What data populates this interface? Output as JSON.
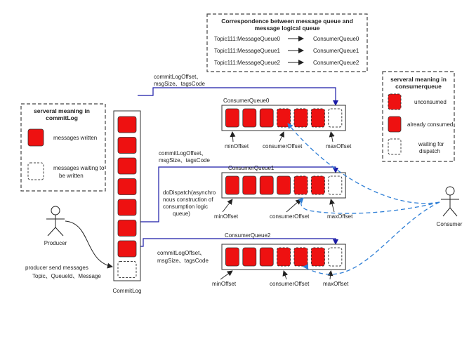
{
  "correspondence_legend": {
    "title_line1": "Correspondence between message queue and",
    "title_line2": "message logical queue",
    "rows": [
      {
        "from": "Topic111:MessageQueue0",
        "to": "ConsumerQueue0"
      },
      {
        "from": "Topic111:MessageQueue1",
        "to": "ConsumerQueue1"
      },
      {
        "from": "Topic111:MessageQueue2",
        "to": "ConsumerQueue2"
      }
    ]
  },
  "commitlog_legend": {
    "title_line1": "serveral meaning in",
    "title_line2": "commitLog",
    "written": "messages written",
    "waiting_line1": "messages waiting to",
    "waiting_line2": "be written"
  },
  "consumerqueue_legend": {
    "title_line1": "serveral meaning in",
    "title_line2": "consumerqueue",
    "unconsumed": "unconsumed",
    "consumed": "already consumed",
    "waiting_line1": "waiting for",
    "waiting_line2": "dispatch"
  },
  "commitlog": {
    "label": "CommitLog",
    "written_slots": 7,
    "waiting_slots": 1
  },
  "producer": {
    "label": "Producer",
    "send_line1": "producer send messages",
    "send_line2": "Topic、QueueId、Message"
  },
  "consumer": {
    "label": "Consumer"
  },
  "annotations": {
    "offset_q0_line1": "commitLogOffset、",
    "offset_q0_line2": "msgSize、tagsCode",
    "offset_q1_line1": "commitLogOffset、",
    "offset_q1_line2": "msgSize、tagsCode",
    "offset_q2_line1": "commitLogOffset、",
    "offset_q2_line2": "msgSize、tagsCode",
    "dispatch_line1": "doDispatch(asynchro",
    "dispatch_line2": "nous construction of",
    "dispatch_line3": "consumption logic",
    "dispatch_line4": "queue)"
  },
  "queues": [
    {
      "name": "ConsumerQueue0",
      "consumed": 3,
      "unconsumed": 3,
      "waiting": 1,
      "min_label": "minOffset",
      "consumer_label": "consumerOffset",
      "max_label": "maxOffset"
    },
    {
      "name": "ConsumerQueue1",
      "consumed": 4,
      "unconsumed": 2,
      "waiting": 1,
      "min_label": "minOffset",
      "consumer_label": "consumerOffset",
      "max_label": "maxOffset"
    },
    {
      "name": "ConsumerQueue2",
      "consumed": 3,
      "unconsumed": 3,
      "waiting": 1,
      "min_label": "minOffset",
      "consumer_label": "consumerOffset",
      "max_label": "maxOffset"
    }
  ],
  "colors": {
    "message": "#ee1111",
    "line": "#1a1aa8",
    "consumer_link": "#2f7fd6",
    "border": "#444444"
  }
}
